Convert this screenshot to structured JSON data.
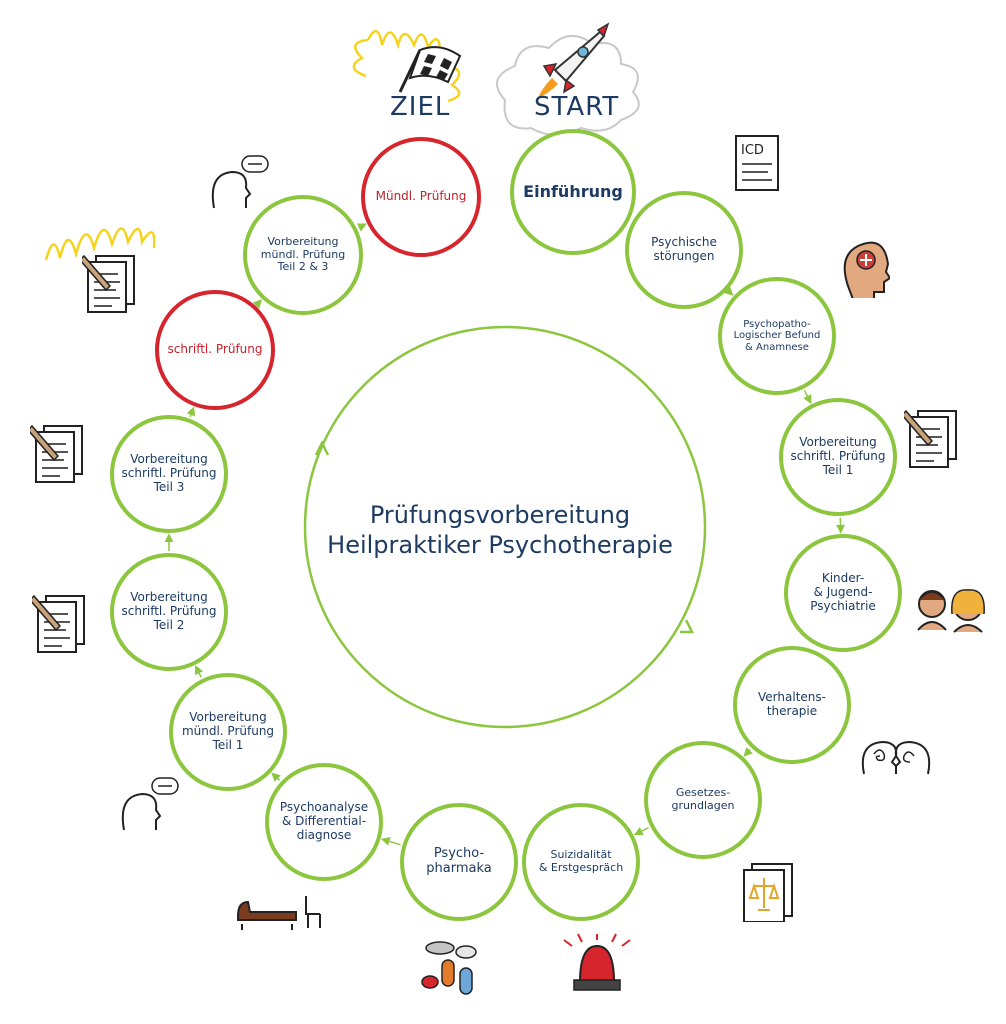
{
  "header": {
    "goal_label": "ZIEL",
    "start_label": "START"
  },
  "center": {
    "line1": "Prüfungsvorbereitung",
    "line2": "Heilpraktiker Psychotherapie"
  },
  "nodes": [
    {
      "id": "einfuehrung",
      "label": "Einführung",
      "style": "green",
      "icon": "none"
    },
    {
      "id": "psychische-stoerungen",
      "label": "Psychische\nstörungen",
      "style": "green",
      "icon": "icd-document-icon"
    },
    {
      "id": "psychopathologischer-befund",
      "label": "Psychopatho-\nLogischer Befund\n& Anamnese",
      "style": "green",
      "icon": "head-brain-icon"
    },
    {
      "id": "vorbereitung-schriftl-1",
      "label": "Vorbereitung\nschriftl. Prüfung\nTeil 1",
      "style": "green",
      "icon": "exam-paper-icon"
    },
    {
      "id": "kinder-jugendpsychiatrie",
      "label": "Kinder-\n& Jugend-\nPsychiatrie",
      "style": "green",
      "icon": "children-icon"
    },
    {
      "id": "verhaltenstherapie",
      "label": "Verhaltens-\ntherapie",
      "style": "green",
      "icon": "thought-swirl-icon"
    },
    {
      "id": "gesetzesgrundlagen",
      "label": "Gesetzes-\ngrundlagen",
      "style": "green",
      "icon": "law-scales-document-icon"
    },
    {
      "id": "suizidalitaet",
      "label": "Suizidalität\n& Erstgespräch",
      "style": "green",
      "icon": "alarm-siren-icon"
    },
    {
      "id": "psychopharmaka",
      "label": "Psycho-\npharmaka",
      "style": "green",
      "icon": "pills-icon"
    },
    {
      "id": "psychoanalyse",
      "label": "Psychoanalyse\n& Differential-\ndiagnose",
      "style": "green",
      "icon": "therapy-couch-icon"
    },
    {
      "id": "vorbereitung-muendl-1",
      "label": "Vorbereitung\nmündl. Prüfung\nTeil 1",
      "style": "green",
      "icon": "speech-bubble-head-icon"
    },
    {
      "id": "vorbereitung-schriftl-2",
      "label": "Vorbereitung\nschriftl. Prüfung\nTeil 2",
      "style": "green",
      "icon": "exam-paper-icon"
    },
    {
      "id": "vorbereitung-schriftl-3",
      "label": "Vorbereitung\nschriftl. Prüfung\nTeil 3",
      "style": "green",
      "icon": "exam-paper-icon"
    },
    {
      "id": "schriftl-pruefung",
      "label": "schriftl. Prüfung",
      "style": "red",
      "icon": "exam-paper-sun-icon"
    },
    {
      "id": "vorbereitung-muendl-23",
      "label": "Vorbereitung\nmündl. Prüfung\nTeil 2 & 3",
      "style": "green",
      "icon": "speech-bubble-head-icon"
    },
    {
      "id": "muendl-pruefung",
      "label": "Mündl. Prüfung",
      "style": "red",
      "icon": "finish-flag-sun-icon"
    }
  ],
  "colors": {
    "green": "#8cc63f",
    "red": "#d6252c",
    "navy": "#1d3b62"
  }
}
